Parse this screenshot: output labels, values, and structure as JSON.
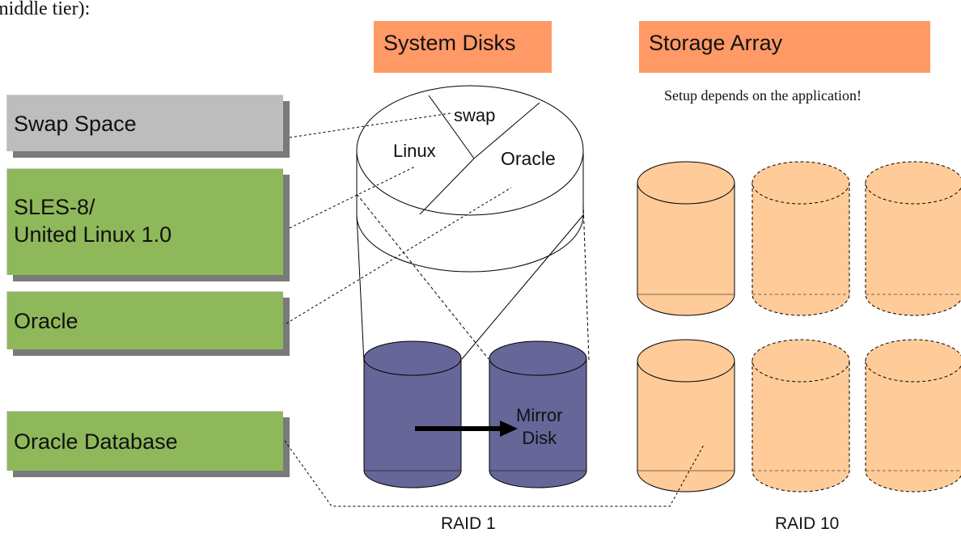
{
  "intro_text": "middle tier):",
  "headers": {
    "system_disks": "System Disks",
    "storage_array": "Storage Array"
  },
  "storage_note": "Setup depends on the application!",
  "layers": {
    "swap_space": "Swap Space",
    "os_line1": "SLES-8/",
    "os_line2": "United Linux 1.0",
    "oracle": "Oracle",
    "oracle_database": "Oracle Database"
  },
  "partitions": {
    "swap": "swap",
    "linux": "Linux",
    "oracle": "Oracle"
  },
  "mirror": {
    "line1": "Mirror",
    "line2": "Disk"
  },
  "raid_labels": {
    "raid1": "RAID 1",
    "raid10": "RAID 10"
  },
  "colors": {
    "header_fill": "#FF9966",
    "layer_green": "#8EB85A",
    "layer_grey": "#BDBDBD",
    "system_disk_fill": "#666699",
    "storage_disk_fill": "#FFCC99"
  }
}
